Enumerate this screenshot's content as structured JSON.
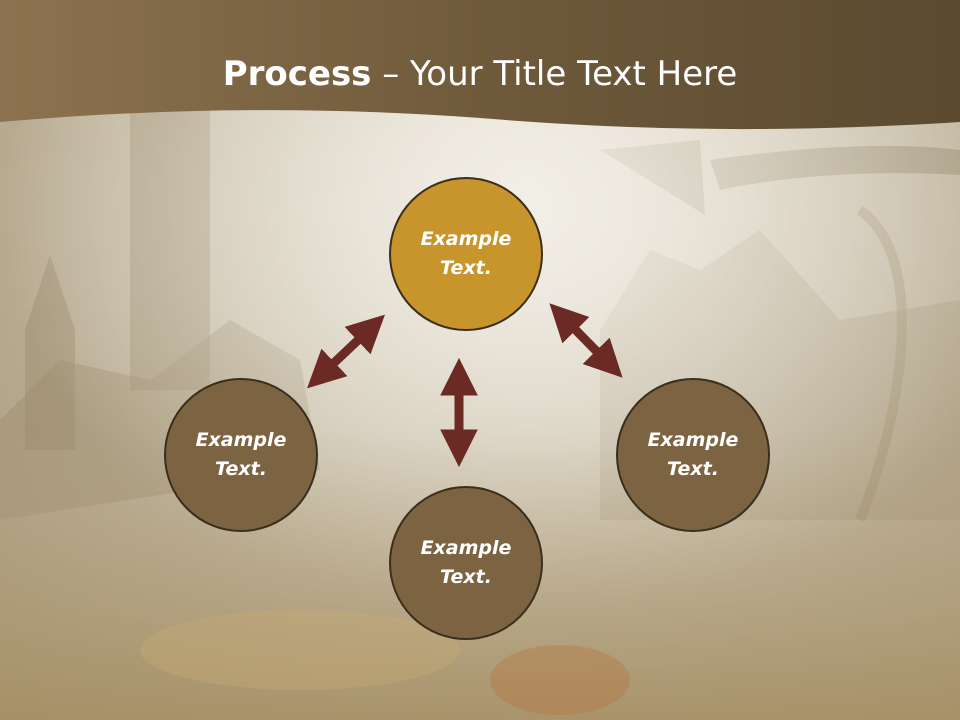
{
  "title": {
    "bold": "Process",
    "rest": " – Your Title Text Here"
  },
  "nodes": {
    "top": "Example\nText.",
    "left": "Example\nText.",
    "right": "Example\nText.",
    "bottom": "Example\nText."
  },
  "colors": {
    "accent_node": "#c8952c",
    "node": "#7c6443",
    "arrow": "#6b2a24",
    "title_band": "#7a6443"
  }
}
